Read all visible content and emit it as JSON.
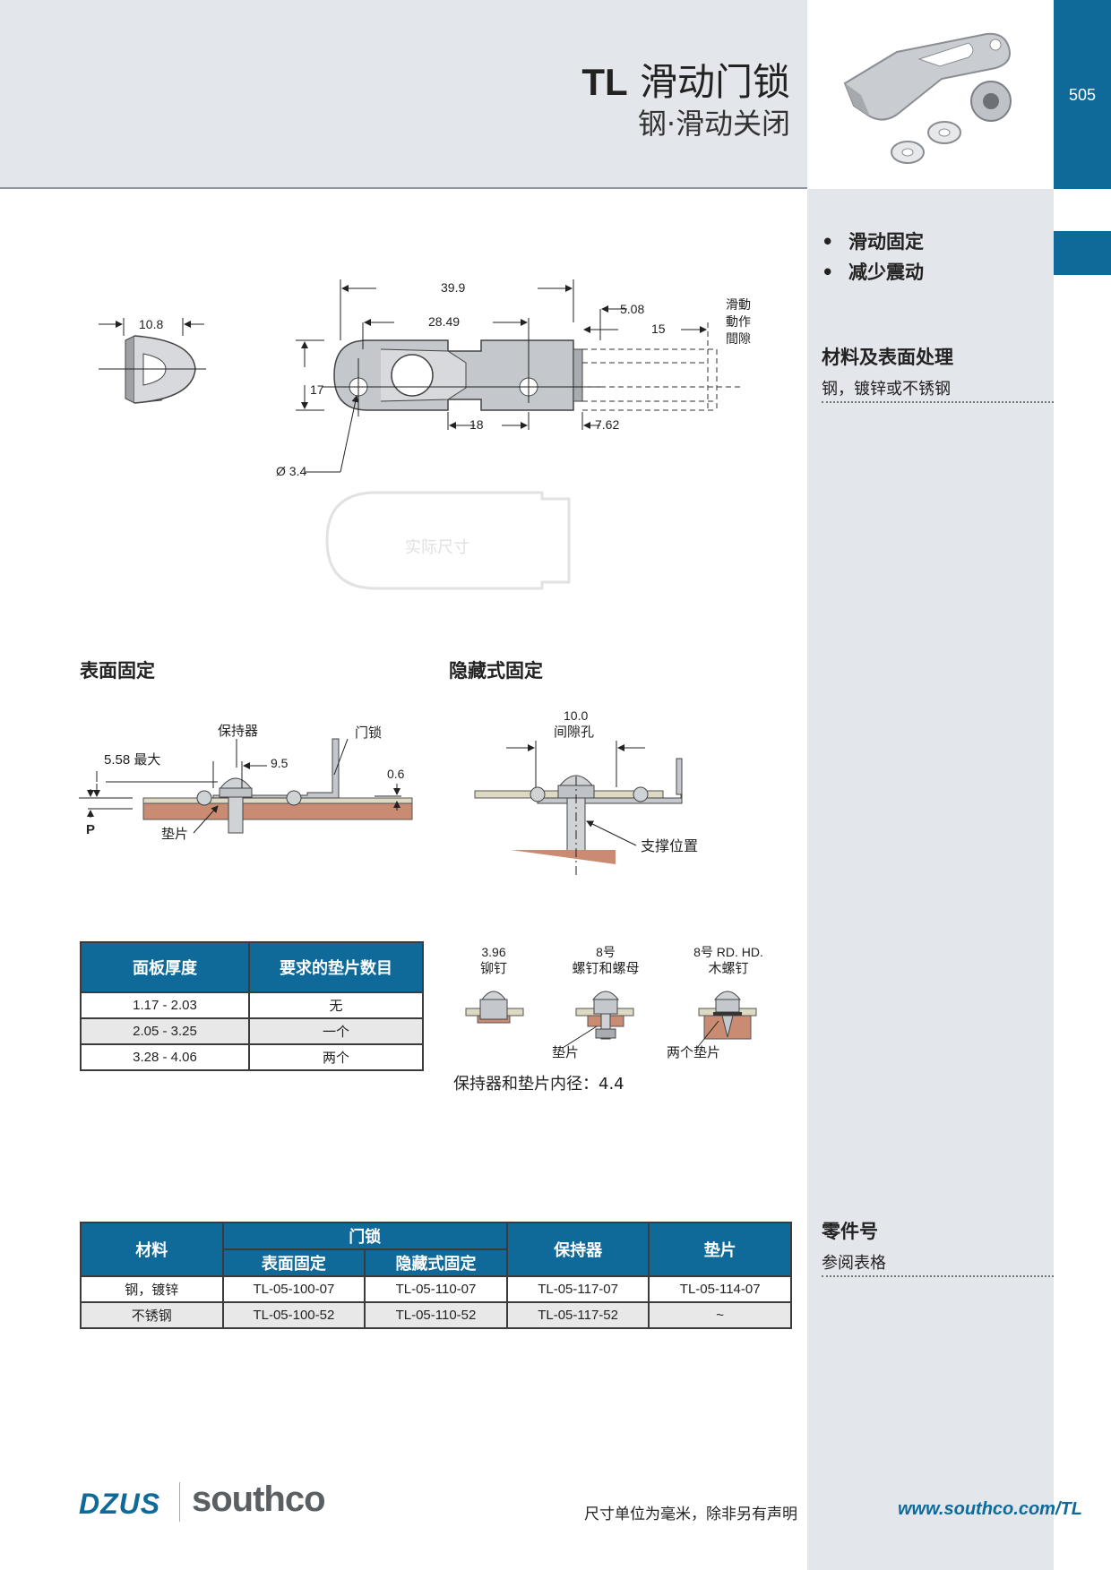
{
  "header": {
    "title_code": "TL",
    "title_name": "滑动门锁",
    "subtitle": "钢·滑动关闭",
    "page_number": "505"
  },
  "features": [
    "滑动固定",
    "减少震动"
  ],
  "sidebar": {
    "material_heading": "材料及表面处理",
    "material_text": "钢，镀锌或不锈钢",
    "part_heading": "零件号",
    "part_text": "参阅表格"
  },
  "main_drawing": {
    "dims": {
      "d39_9": "39.9",
      "d28_49": "28.49",
      "d5_08": "5.08",
      "d15": "15",
      "d10_8": "10.8",
      "d17": "17",
      "d18": "18",
      "d7_62": "7.62",
      "dia3_4": "Ø 3.4"
    },
    "travel_label": [
      "滑動",
      "動作",
      "間隙"
    ],
    "actual_size": "实际尺寸"
  },
  "surface_mount": {
    "title": "表面固定",
    "retainer": "保持器",
    "latch": "门锁",
    "max_label": "5.58 最大",
    "d9_5": "9.5",
    "d0_6": "0.6",
    "p_label": "P",
    "washer": "垫片"
  },
  "concealed_mount": {
    "title": "隐藏式固定",
    "clearance_value": "10.0",
    "clearance_label": "间隙孔",
    "support": "支撑位置"
  },
  "panel_table": {
    "headers": [
      "面板厚度",
      "要求的垫片数目"
    ],
    "rows": [
      [
        "1.17 - 2.03",
        "无"
      ],
      [
        "2.05 - 3.25",
        "一个"
      ],
      [
        "3.28 - 4.06",
        "两个"
      ]
    ]
  },
  "fasteners": [
    {
      "line1": "3.96",
      "line2": "铆钉"
    },
    {
      "line1": "8号",
      "line2": "螺钉和螺母"
    },
    {
      "line1": "8号 RD. HD.",
      "line2": "木螺钉"
    }
  ],
  "fastener_notes": {
    "washer": "垫片",
    "two_washers": "两个垫片"
  },
  "inner_diameter": "保持器和垫片内径：4.4",
  "parts_table": {
    "h_material": "材料",
    "h_latch": "门锁",
    "h_surface": "表面固定",
    "h_concealed": "隐藏式固定",
    "h_retainer": "保持器",
    "h_washer": "垫片",
    "rows": [
      [
        "钢，镀锌",
        "TL-05-100-07",
        "TL-05-110-07",
        "TL-05-117-07",
        "TL-05-114-07"
      ],
      [
        "不锈钢",
        "TL-05-100-52",
        "TL-05-110-52",
        "TL-05-117-52",
        "~"
      ]
    ]
  },
  "footer": {
    "brand1": "DZUS",
    "brand2": "southco",
    "note": "尺寸单位为毫米，除非另有声明",
    "url": "www.southco.com/TL"
  },
  "colors": {
    "accent": "#0f6a9a",
    "band": "#e3e6ea",
    "panel_brown": "#c98b72",
    "panel_beige": "#ddd9c3"
  }
}
